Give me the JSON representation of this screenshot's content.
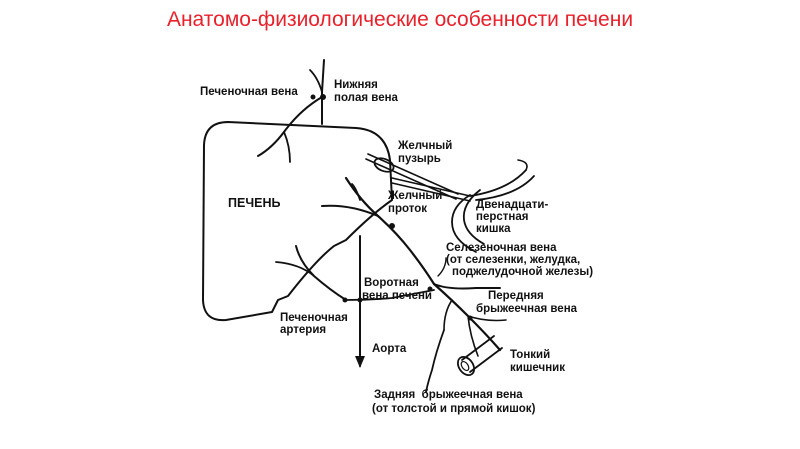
{
  "slide": {
    "title": "Анатомо-физиологические особенности печени"
  },
  "diagram": {
    "labels": {
      "hepatic_vein": "Печеночная вена",
      "ivc_1": "Нижняя",
      "ivc_2": "полая вена",
      "liver": "ПЕЧЕНЬ",
      "gallbladder_1": "Желчный",
      "gallbladder_2": "пузырь",
      "bile_duct_1": "Желчный",
      "bile_duct_2": "проток",
      "duodenum_1": "Двенадцати-",
      "duodenum_2": "перстная",
      "duodenum_3": "кишка",
      "splenic_1": "Селезеночная вена",
      "splenic_2": "(от селезенки, желудка,",
      "splenic_3": "поджелудочной железы)",
      "portal_1": "Воротная",
      "portal_2": "вена печени",
      "sup_mes_1": "Передняя",
      "sup_mes_2": "брыжеечная вена",
      "hep_artery_1": "Печеночная",
      "hep_artery_2": "артерия",
      "aorta": "Аорта",
      "small_int_1": "Тонкий",
      "small_int_2": "кишечник",
      "inf_mes_1": "Задняя  брыжеечная вена",
      "inf_mes_2": "(от толстой и прямой кишок)"
    }
  }
}
